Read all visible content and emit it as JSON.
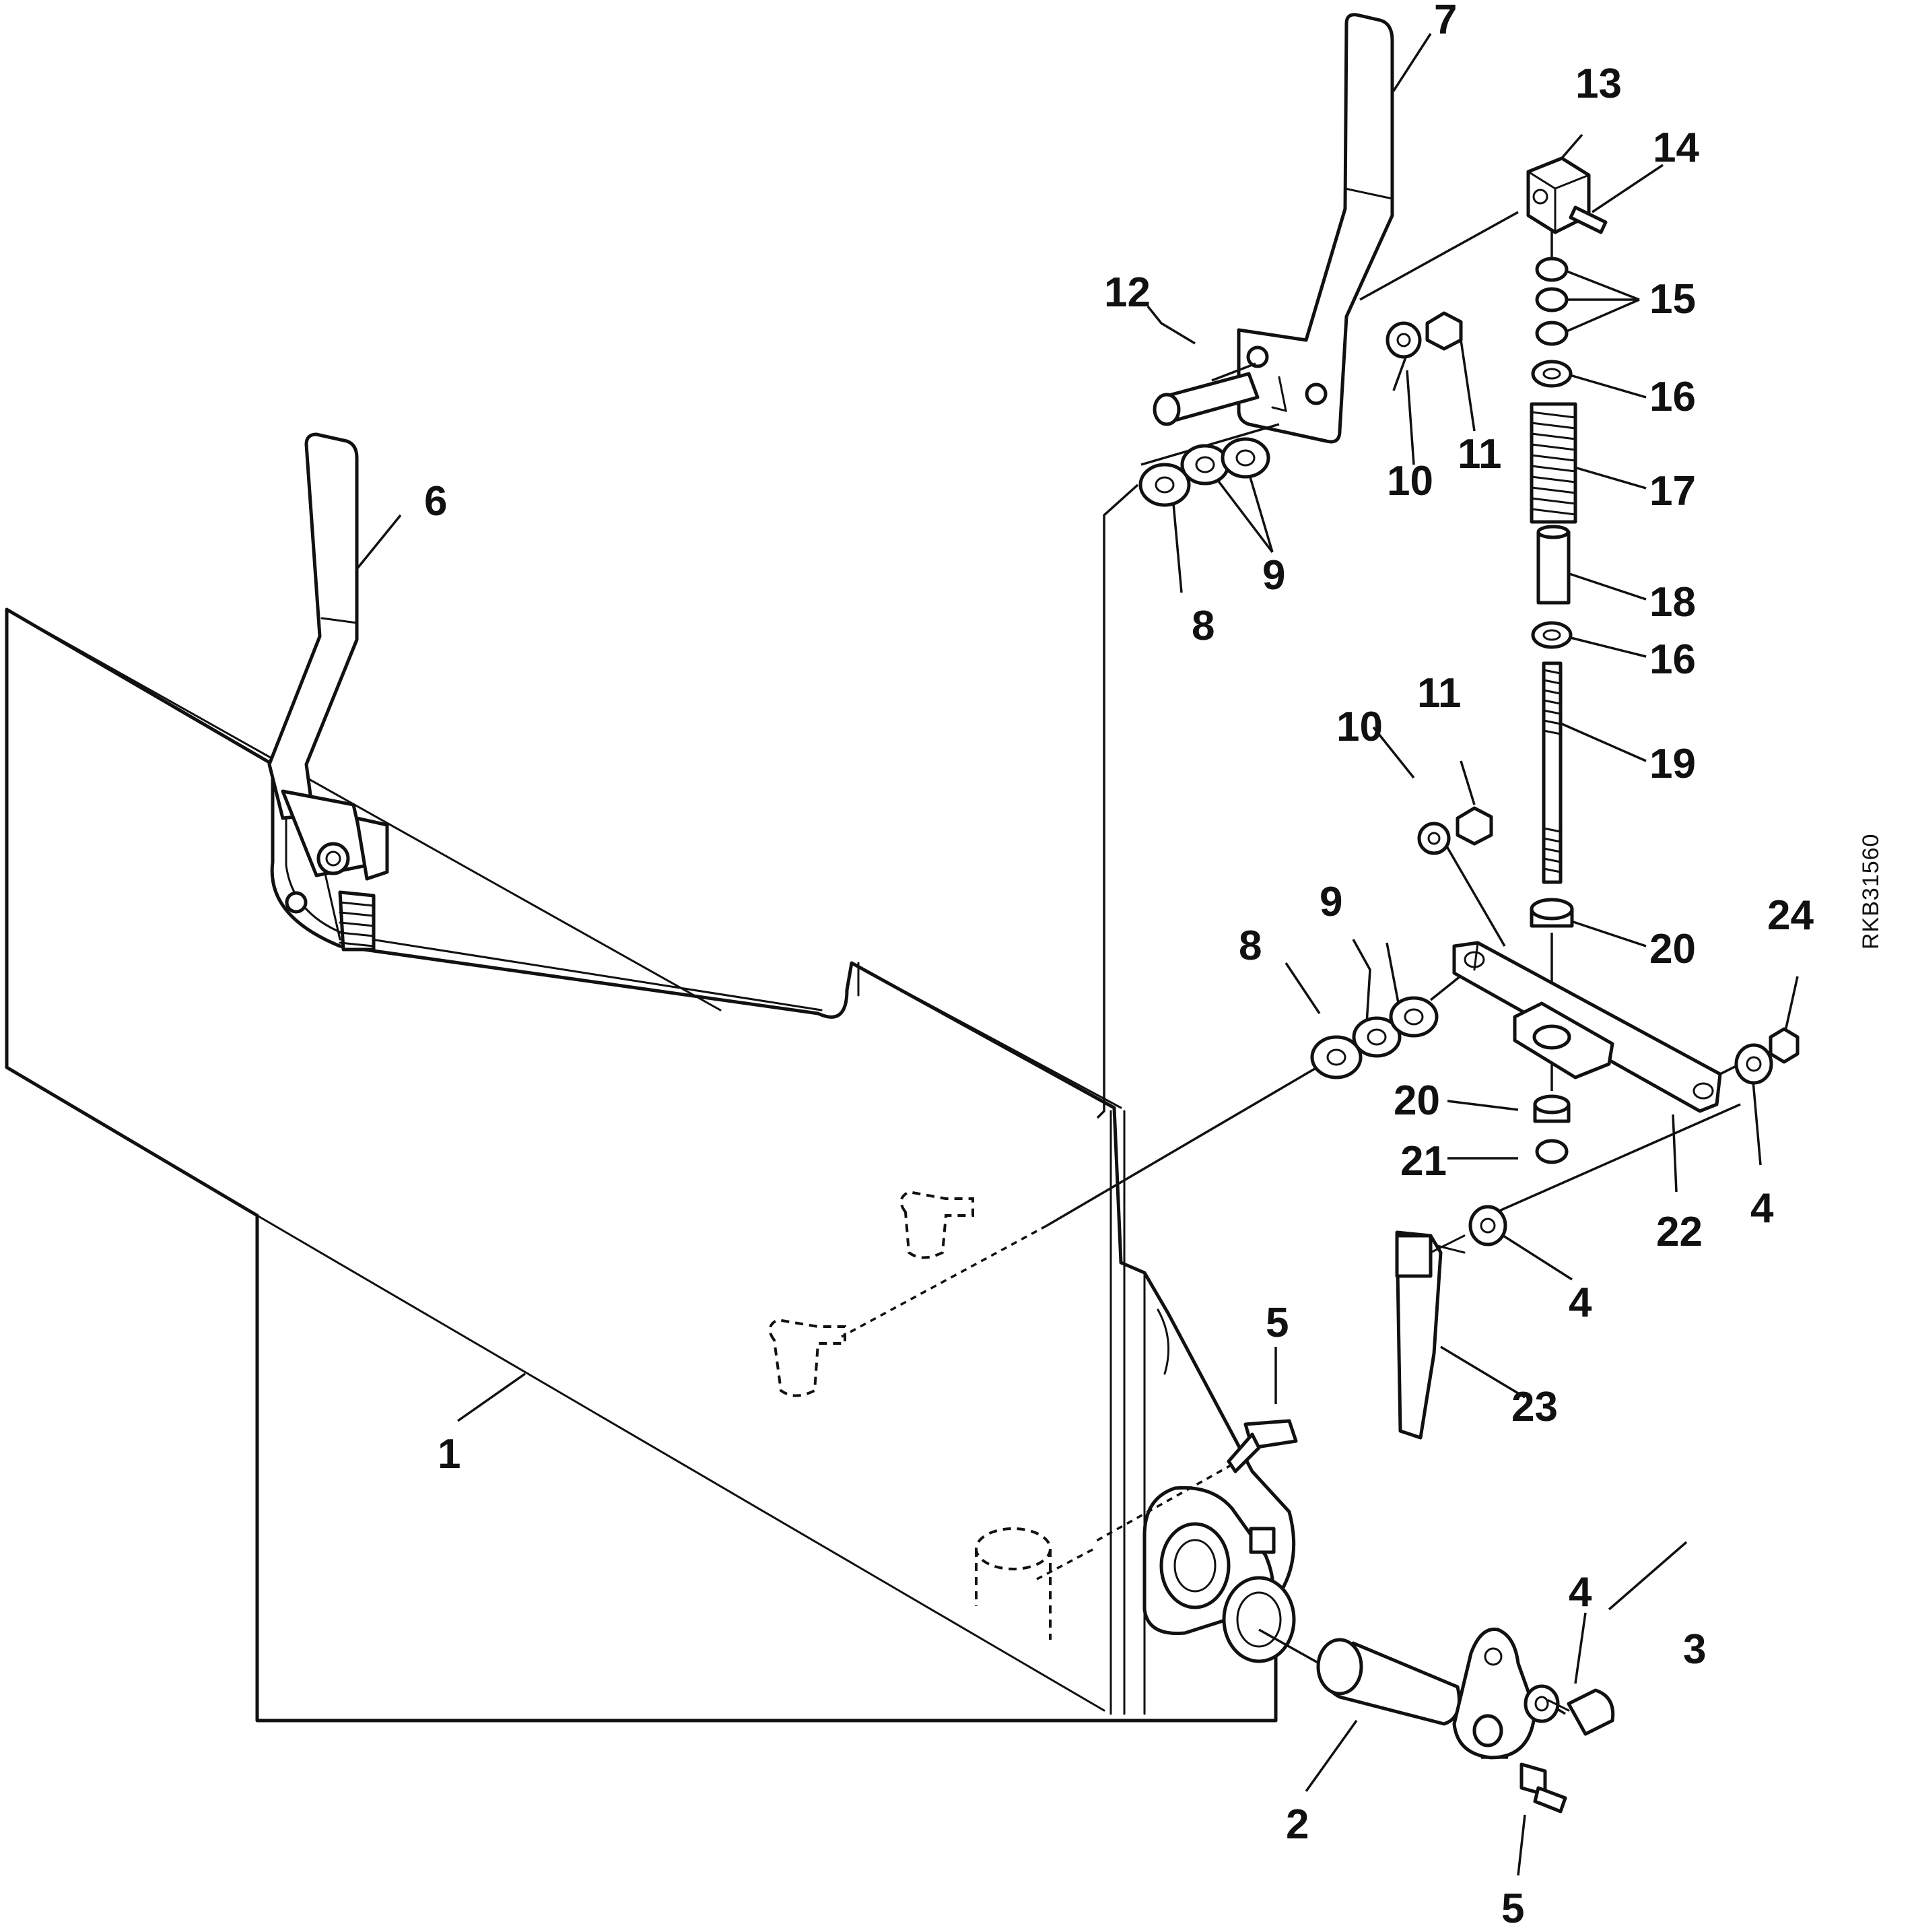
{
  "figure_ref": "RKB31560",
  "callouts": {
    "c1": "1",
    "c2": "2",
    "c3": "3",
    "c4a": "4",
    "c4b": "4",
    "c4c": "4",
    "c5a": "5",
    "c5b": "5",
    "c6": "6",
    "c7": "7",
    "c8a": "8",
    "c8b": "8",
    "c9a": "9",
    "c9b": "9",
    "c10a": "10",
    "c10b": "10",
    "c11a": "11",
    "c11b": "11",
    "c12": "12",
    "c13": "13",
    "c14": "14",
    "c15": "15",
    "c16a": "16",
    "c16b": "16",
    "c17": "17",
    "c18": "18",
    "c19": "19",
    "c20a": "20",
    "c20b": "20",
    "c21": "21",
    "c22": "22",
    "c23": "23",
    "c24": "24"
  }
}
